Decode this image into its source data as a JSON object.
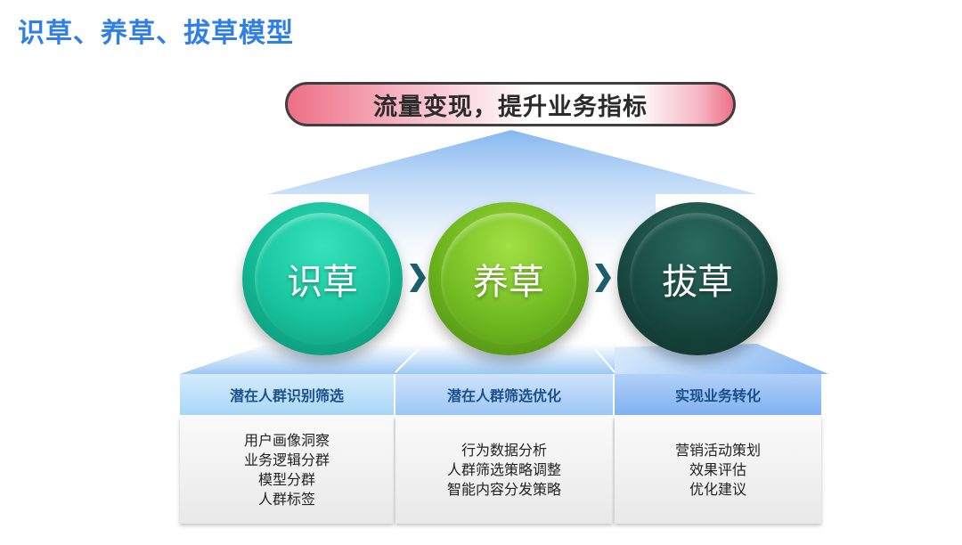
{
  "page": {
    "title": "识草、养草、拔草模型"
  },
  "goal": {
    "text": "流量变现，提升业务指标"
  },
  "stages": [
    {
      "name": "识草",
      "color": "#18c49d"
    },
    {
      "name": "养草",
      "color": "#72bc22"
    },
    {
      "name": "拔草",
      "color": "#194b42"
    }
  ],
  "columns": [
    {
      "header": "潜在人群识别筛选",
      "items": [
        "用户画像洞察",
        "业务逻辑分群",
        "模型分群",
        "人群标签"
      ]
    },
    {
      "header": "潜在人群筛选优化",
      "items": [
        "行为数据分析",
        "人群筛选策略调整",
        "智能内容分发策略"
      ]
    },
    {
      "header": "实现业务转化",
      "items": [
        "营销活动策划",
        "效果评估",
        "优化建议"
      ]
    }
  ],
  "colors": {
    "title": "#2f7fe6",
    "arrow": "#1b5f6e"
  }
}
